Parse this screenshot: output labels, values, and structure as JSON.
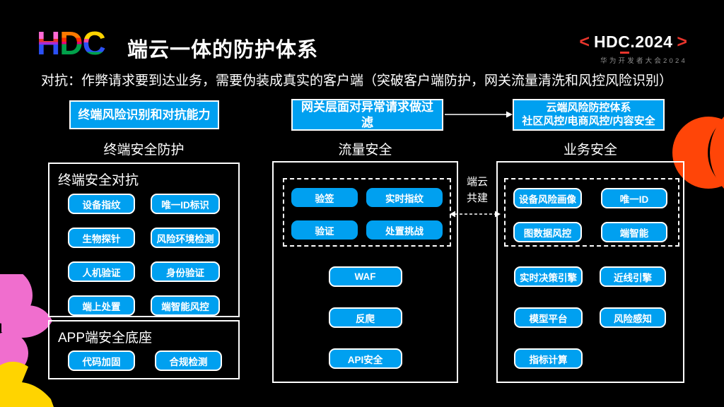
{
  "header": {
    "logo_letters": [
      "H",
      "D",
      "C"
    ],
    "title": "端云一体的防护体系",
    "brand": {
      "left_bracket": "<",
      "name": "HDC.2024",
      "right_bracket": ">",
      "subtitle": "华为开发者大会2024"
    }
  },
  "subtitle": "对抗：作弊请求要到达业务，需要伪装成真实的客户端（突破客户端防护，网关流量清洗和风控风险识别）",
  "flow": {
    "box1": "终端风险识别和对抗能力",
    "box2": "网关层面对异常请求做过滤",
    "box3_line1": "云端风险防控体系",
    "box3_line2": "社区风控/电商风控/内容安全"
  },
  "columns": [
    {
      "section_label": "终端安全防护",
      "panel_title": "终端安全对抗",
      "buttons": [
        "设备指纹",
        "唯一ID标识",
        "生物探针",
        "风险环境检测",
        "人机验证",
        "身份验证",
        "端上处置",
        "端智能风控"
      ],
      "sub_panel": {
        "title": "APP端安全底座",
        "buttons": [
          "代码加固",
          "合规检测"
        ]
      }
    },
    {
      "section_label": "流量安全",
      "dashed_buttons": [
        "验签",
        "实时指纹",
        "验证",
        "处置挑战"
      ],
      "stack_buttons": [
        "WAF",
        "反爬",
        "API安全"
      ]
    },
    {
      "section_label": "业务安全",
      "dashed_buttons": [
        "设备风险画像",
        "唯一ID",
        "图数据风控",
        "端智能"
      ],
      "engine_buttons": [
        "实时决策引擎",
        "近线引擎",
        "模型平台",
        "风险感知",
        "指标计算"
      ]
    }
  ],
  "connector": {
    "label_line1": "端云",
    "label_line2": "共建"
  },
  "colors": {
    "accent_blue": "#00a0f0",
    "brand_red": "#e8352c",
    "deco_orange": "#ff4508",
    "deco_pink": "#f06ece",
    "deco_yellow": "#ffd400"
  }
}
